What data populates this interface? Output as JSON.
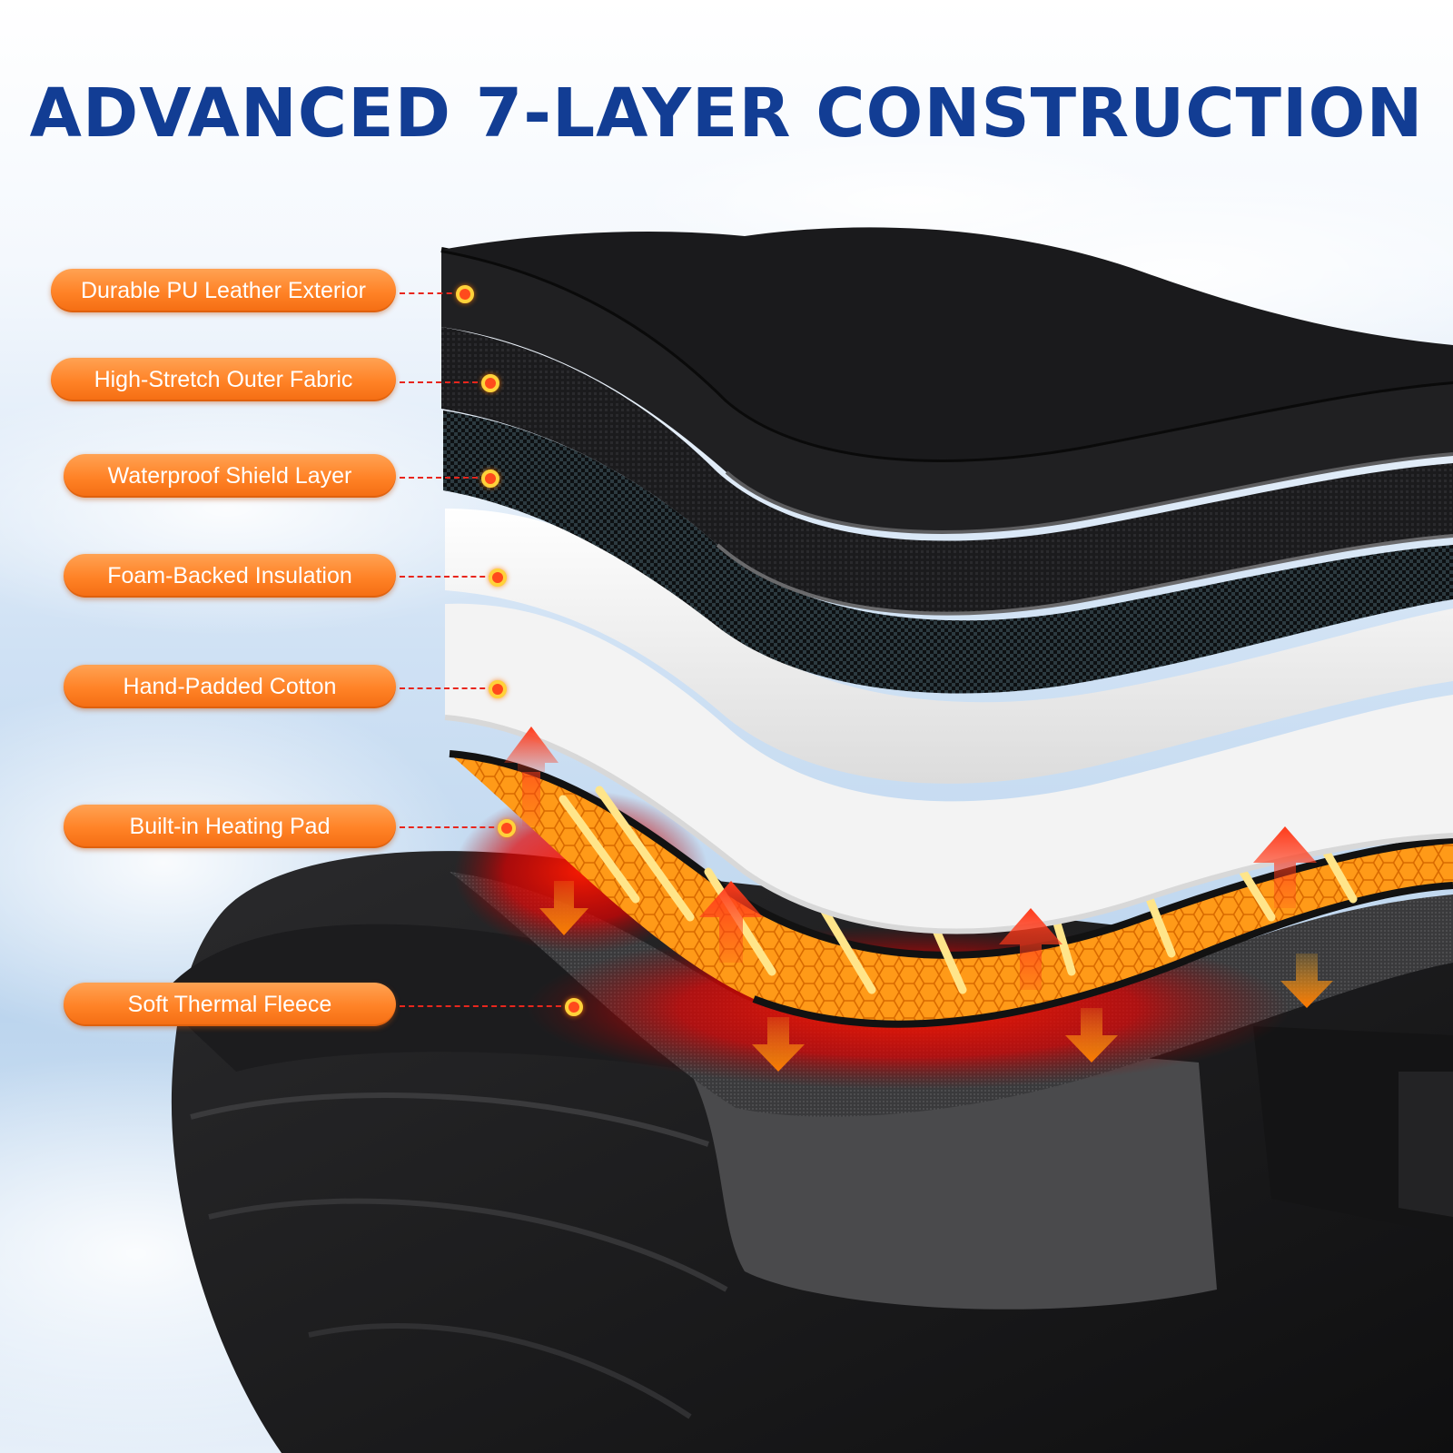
{
  "headline": "ADVANCED 7-LAYER CONSTRUCTION",
  "colors": {
    "headline": "#123d94",
    "label_bg": "#ff8226",
    "label_text": "#ffffff",
    "leader_line": "#e8261d",
    "heat": "#ff7a00"
  },
  "layers": [
    {
      "label": "Durable PU Leather Exterior"
    },
    {
      "label": "High-Stretch Outer Fabric"
    },
    {
      "label": "Waterproof Shield Layer"
    },
    {
      "label": "Foam-Backed Insulation"
    },
    {
      "label": "Hand-Padded Cotton"
    },
    {
      "label": "Built-in Heating Pad"
    },
    {
      "label": "Soft Thermal Fleece"
    }
  ],
  "icons": [
    "arrow-up-icon",
    "arrow-down-icon"
  ]
}
